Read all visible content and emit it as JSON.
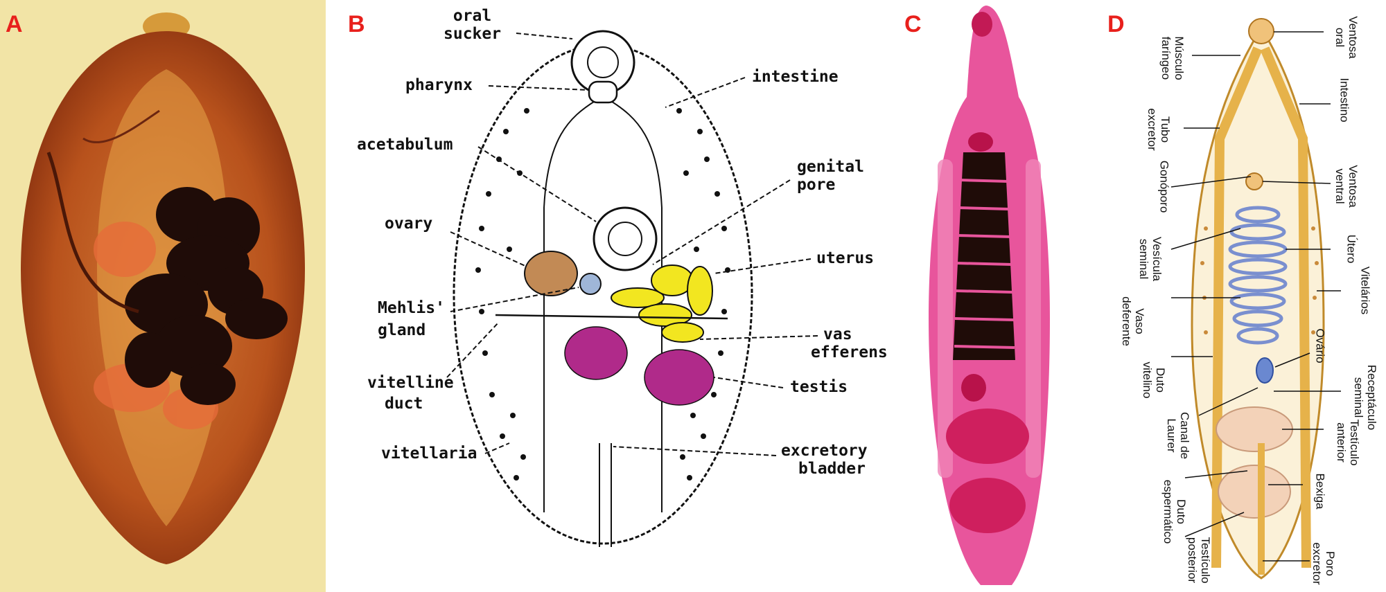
{
  "panels": [
    {
      "letter": "A"
    },
    {
      "letter": "B"
    },
    {
      "letter": "C"
    },
    {
      "letter": "D"
    }
  ],
  "colors": {
    "panel_letter": "#e8201c",
    "fluke_a_body": "#b8521c",
    "fluke_a_bg": "#f2e4a6",
    "dark_organ": "#1f0c08",
    "fluke_c_body": "#e8559c",
    "ovary_fill": "#c28a55",
    "uterus_fill": "#f2e620",
    "testis_fill": "#b02a8a",
    "fluke_d_body": "#e6b24a"
  },
  "diagram_b": {
    "labels": {
      "oral_sucker": [
        "oral",
        "sucker"
      ],
      "pharynx": "pharynx",
      "intestine": "intestine",
      "acetabulum": "acetabulum",
      "genital_pore": [
        "genital",
        "pore"
      ],
      "ovary": "ovary",
      "uterus": "uterus",
      "mehlis_gland": [
        "Mehlis'",
        "gland"
      ],
      "vas_efferens": [
        "vas",
        "efferens"
      ],
      "vitelline_duct": [
        "vitelline",
        "duct"
      ],
      "testis": "testis",
      "vitellaria": "vitellaria",
      "excretory_bladder": [
        "excretory",
        "bladder"
      ]
    }
  },
  "diagram_d": {
    "labels": {
      "ventosa_oral": [
        "Ventosa",
        "oral"
      ],
      "musculo_faringeo": [
        "Músculo",
        "faríngeo"
      ],
      "intestino": "Intestino",
      "tubo_excretor": [
        "Tubo",
        "excretor"
      ],
      "ventosa_ventral": [
        "Ventosa",
        "ventral"
      ],
      "gonoporo": "Gonóporo",
      "utero": "Útero",
      "vesicula_seminal": [
        "Vesícula",
        "seminal"
      ],
      "vitelarios": "Vitelários",
      "vaso_deferente": [
        "Vaso",
        "deferente"
      ],
      "ovario": "Ovário",
      "duto_vitelino": [
        "Duto",
        "vitelino"
      ],
      "receptaculo_seminal": [
        "Receptáculo",
        "seminal"
      ],
      "canal_de_laurer": [
        "Canal de",
        "Laurer"
      ],
      "testiculo_anterior": [
        "Testículo",
        "anterior"
      ],
      "duto_espermatico": [
        "Duto",
        "espermático"
      ],
      "bexiga": "Bexiga",
      "testiculo_posterior": [
        "Testículo",
        "posterior"
      ],
      "poro_excretor": [
        "Poro",
        "excretor"
      ]
    }
  }
}
